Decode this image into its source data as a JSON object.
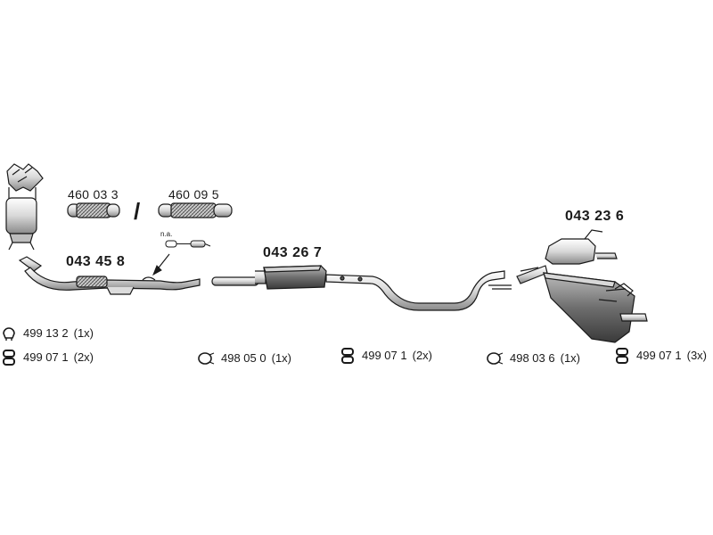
{
  "parts": {
    "flex_a": "460 03 3",
    "flex_separator": "/",
    "flex_b": "460 09 5",
    "front_pipe": "043 45 8",
    "not_applicable": "n.a.",
    "middle_silencer": "043 26 7",
    "rear_silencer": "043 23 6"
  },
  "fittings": [
    {
      "icon": "clamp-ring-icon",
      "code": "499 13 2",
      "qty": "(1x)"
    },
    {
      "icon": "rubber-mount-icon",
      "code": "499 07 1",
      "qty": "(2x)"
    },
    {
      "icon": "gasket-ring-icon",
      "code": "498 05 0",
      "qty": "(1x)"
    },
    {
      "icon": "rubber-mount-icon",
      "code": "499 07 1",
      "qty": "(2x)"
    },
    {
      "icon": "gasket-ring-icon",
      "code": "498 03 6",
      "qty": "(1x)"
    },
    {
      "icon": "rubber-mount-icon",
      "code": "499 07 1",
      "qty": "(3x)"
    }
  ],
  "colors": {
    "line": "#1a1a1a",
    "fill": "#e6e6e6",
    "dark": "#555555"
  }
}
